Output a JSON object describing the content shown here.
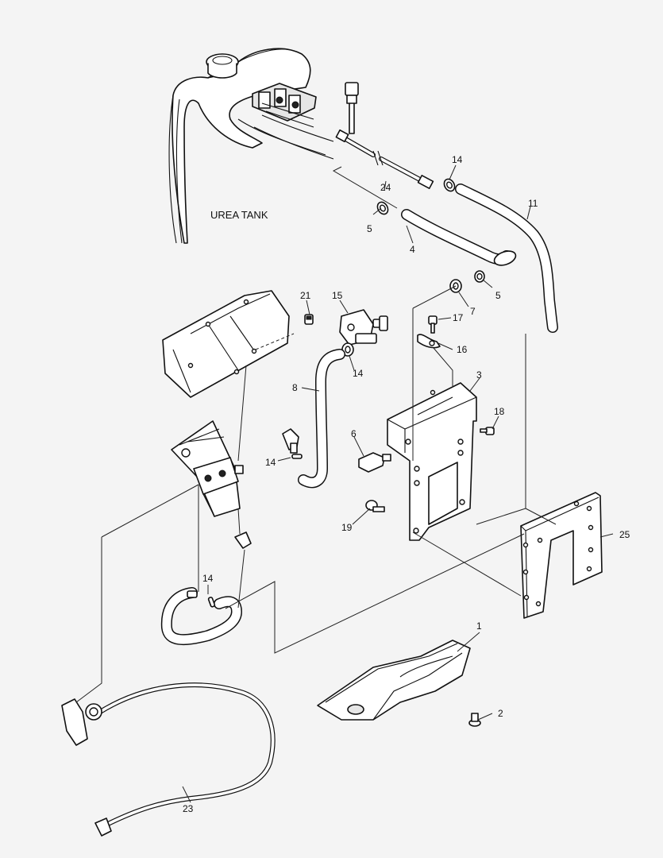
{
  "diagram": {
    "tank_label": "UREA TANK",
    "callouts": {
      "c1": "1",
      "c2": "2",
      "c3": "3",
      "c4": "4",
      "c5a": "5",
      "c5b": "5",
      "c6": "6",
      "c7": "7",
      "c8": "8",
      "c11": "11",
      "c14a": "14",
      "c14b": "14",
      "c14c": "14",
      "c14d": "14",
      "c15": "15",
      "c16": "16",
      "c17": "17",
      "c18": "18",
      "c19": "19",
      "c21": "21",
      "c23": "23",
      "c24": "24",
      "c25": "25"
    }
  }
}
